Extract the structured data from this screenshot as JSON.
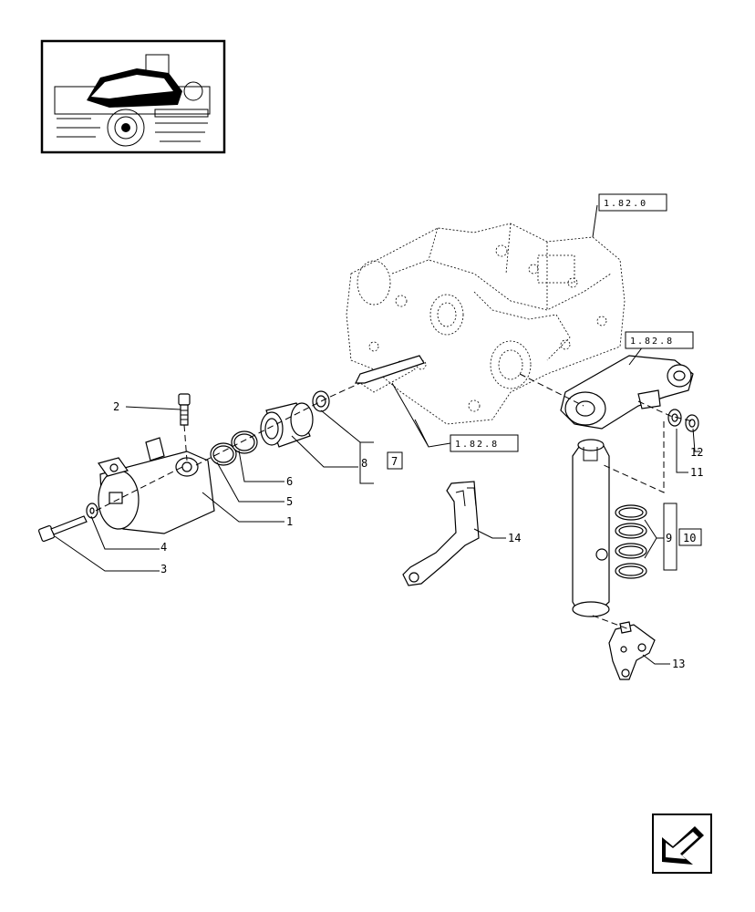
{
  "callouts": {
    "c1": "1",
    "c2": "2",
    "c3": "3",
    "c4": "4",
    "c5": "5",
    "c6": "6",
    "c8": "8",
    "c9": "9",
    "c11": "11",
    "c12": "12",
    "c13": "13",
    "c14": "14"
  },
  "boxed_refs": {
    "r7": "7",
    "r10": "10",
    "ref_housing": "1.82.0",
    "ref_arm": "1.82.8",
    "ref_shaft": "1.82.8"
  },
  "icons": {
    "thumbnail": "tractor-rear-view-thumbnail",
    "nav": "previous-page-arrow-icon"
  }
}
